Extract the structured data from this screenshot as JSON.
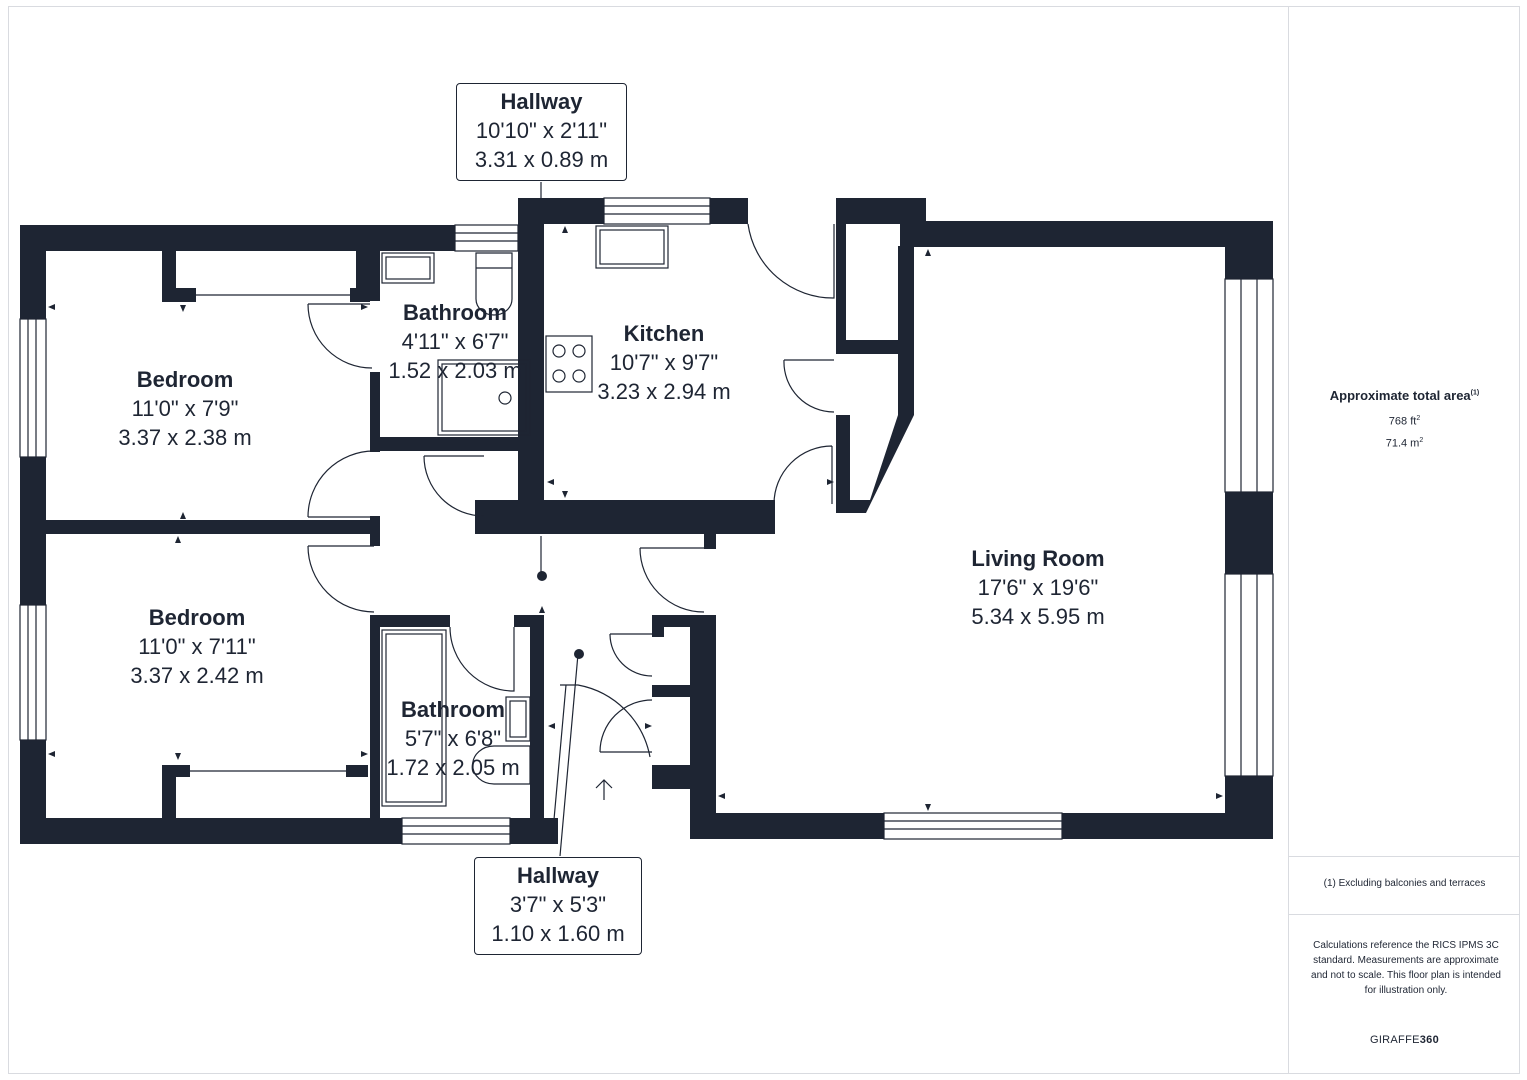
{
  "colors": {
    "wall": "#1e2533",
    "line": "#1e2533",
    "frame": "#d9dbe0",
    "background": "#ffffff"
  },
  "rooms": [
    {
      "name": "Bedroom",
      "imperial": "11'0\" x 7'9\"",
      "metric": "3.37 x 2.38 m"
    },
    {
      "name": "Bathroom",
      "imperial": "4'11\" x 6'7\"",
      "metric": "1.52 x 2.03 m"
    },
    {
      "name": "Kitchen",
      "imperial": "10'7\" x 9'7\"",
      "metric": "3.23 x 2.94 m"
    },
    {
      "name": "Living Room",
      "imperial": "17'6\" x 19'6\"",
      "metric": "5.34 x 5.95 m"
    },
    {
      "name": "Bedroom",
      "imperial": "11'0\" x 7'11\"",
      "metric": "3.37 x 2.42 m"
    },
    {
      "name": "Bathroom",
      "imperial": "5'7\" x 6'8\"",
      "metric": "1.72 x 2.05 m"
    }
  ],
  "callouts": [
    {
      "name": "Hallway",
      "imperial": "10'10\" x 2'11\"",
      "metric": "3.31 x 0.89 m"
    },
    {
      "name": "Hallway",
      "imperial": "3'7\" x 5'3\"",
      "metric": "1.10 x 1.60 m"
    }
  ],
  "sidebar": {
    "area_title": "Approximate total area",
    "area_note_marker": "(1)",
    "area_sqft": "768 ft",
    "area_sqft_sup": "2",
    "area_sqm": "71.4 m",
    "area_sqm_sup": "2",
    "footnote": "(1) Excluding balconies and terraces",
    "calculation_note": "Calculations reference the RICS IPMS 3C standard. Measurements are approximate and not to scale. This floor plan is intended for illustration only.",
    "brand_prefix": "GIRAFFE",
    "brand_suffix": "360"
  }
}
